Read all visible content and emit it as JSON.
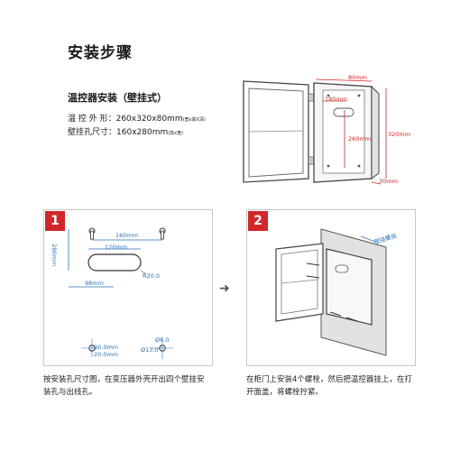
{
  "page": {
    "title": "安装步骤",
    "subtitle": "温控器安装（壁挂式）",
    "specs": [
      {
        "label": "温 控 外 形：",
        "value": "260x320x80mm",
        "note": "(宽x高X深)"
      },
      {
        "label": "壁挂孔尺寸：",
        "value": "160x280mm",
        "note": "(高x宽)"
      }
    ]
  },
  "diagram_top": {
    "labels": [
      "80mm",
      "180mm",
      "260mm",
      "320mm",
      "30mm"
    ]
  },
  "step1": {
    "number": "1",
    "dims": {
      "top_width": "160mm",
      "side_height": "280mm",
      "slot_width": "120mm",
      "radius": "R20.0",
      "offset": "98mm",
      "bottom_a": "20.0mm",
      "bottom_b": "20.0mm",
      "hole_small": "Ø6.0",
      "hole_large": "Ø13.0"
    },
    "caption": "按安装孔尺寸图，在变压器外壳开出四个壁挂安装孔与出线孔。"
  },
  "step2": {
    "number": "2",
    "tag": "壁挂螺丝",
    "caption": "在柜门上安装4个螺栓，然后把温控器挂上，在打开面盖，将螺栓拧紧。"
  },
  "arrow_glyph": "➜"
}
